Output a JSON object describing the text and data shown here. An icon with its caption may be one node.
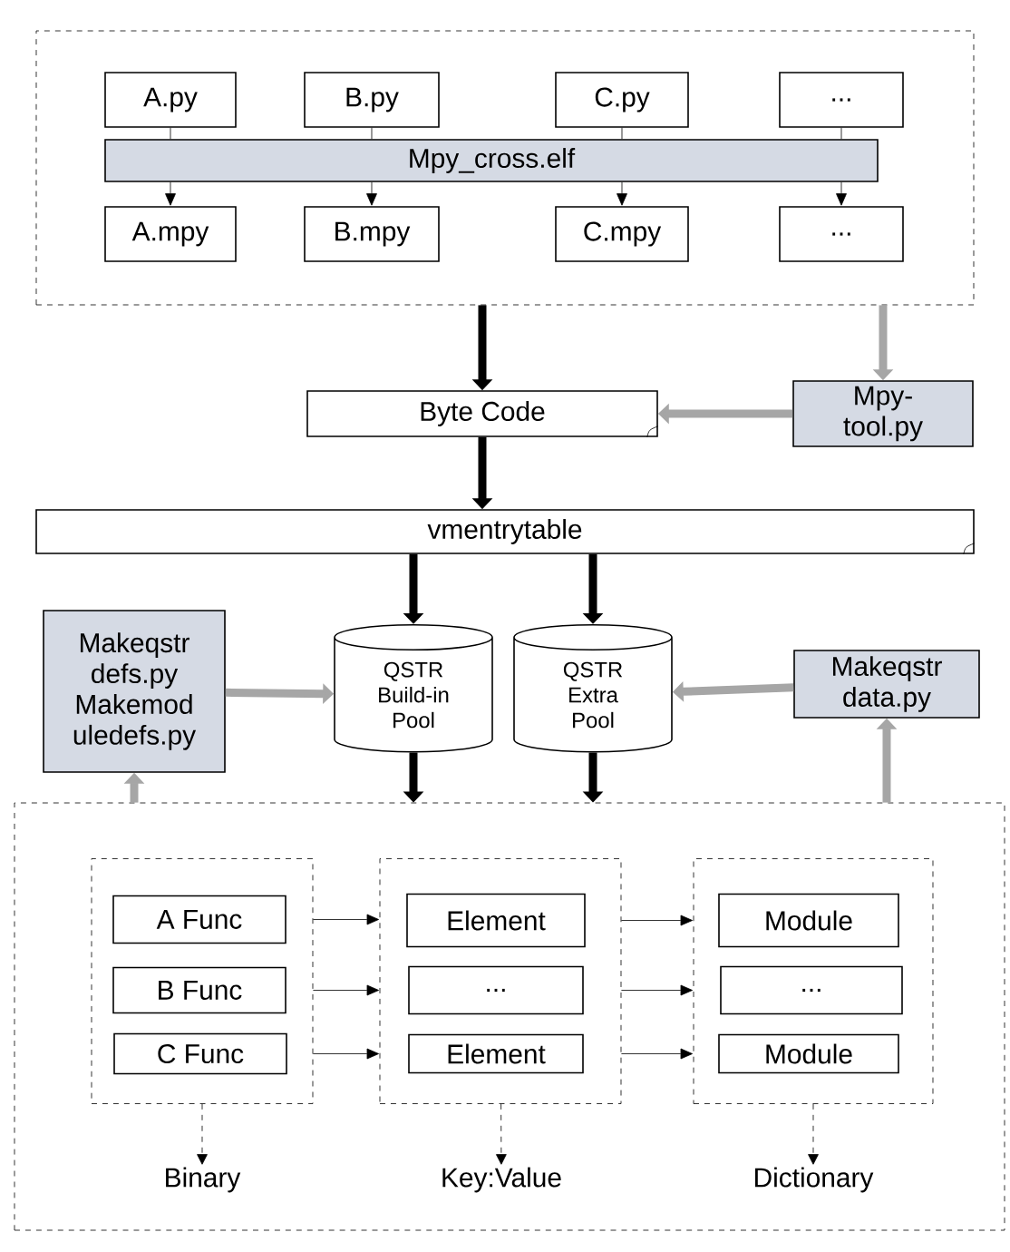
{
  "diagram": {
    "nodes": [
      {
        "text": [],
        "shape": "box"
      },
      {
        "text": [
          "A.py"
        ],
        "in": 0
      },
      {
        "text": [
          "B.py"
        ],
        "in": 0
      },
      {
        "text": [
          "C.py"
        ],
        "in": 0
      },
      {
        "text": [
          "..."
        ],
        "in": 0
      },
      {
        "text": [
          "Mpy_cross.elf"
        ],
        "in": 0
      },
      {
        "text": [
          "A.mpy"
        ],
        "in": 0
      },
      {
        "text": [
          "B.mpy"
        ],
        "in": 0
      },
      {
        "text": [
          "C.mpy"
        ],
        "in": 0
      },
      {
        "text": [
          "..."
        ],
        "in": 0
      },
      {
        "text": [
          "Byte Code"
        ]
      },
      {
        "text": [
          "Mpy-tool.py"
        ]
      },
      {
        "text": [
          "vmentrytable"
        ]
      },
      {
        "text": [
          "Makeqstr defs.py Makemod uledefs.py"
        ]
      },
      {
        "text": [
          "QSTR Build-in Pool"
        ]
      },
      {
        "text": [
          "QSTR Extra Pool"
        ]
      },
      {
        "text": [
          "Makeqstr data.py"
        ]
      },
      {
        "text": [],
        "shape": "box"
      },
      {
        "text": [],
        "shape": "box",
        "in": 17
      },
      {
        "text": [
          "A Func"
        ],
        "in": 18
      },
      {
        "text": [
          "B Func"
        ],
        "in": 18
      },
      {
        "text": [
          "C Func"
        ],
        "in": 18
      },
      {
        "text": [],
        "shape": "box",
        "in": 17
      },
      {
        "text": [
          "Element"
        ],
        "in": 22
      },
      {
        "text": [
          "..."
        ],
        "in": 22
      },
      {
        "text": [
          "Element"
        ],
        "in": 22
      },
      {
        "text": [],
        "shape": "box",
        "in": 17
      },
      {
        "text": [
          "Module"
        ],
        "in": 26
      },
      {
        "text": [
          "..."
        ],
        "in": 26
      },
      {
        "text": [
          "Module"
        ],
        "in": 26
      },
      {
        "text": [
          "Binary"
        ],
        "in": 17
      },
      {
        "text": [
          "Key:Value"
        ],
        "in": 17
      },
      {
        "text": [
          "Dictionary"
        ],
        "in": 17
      }
    ],
    "edges": [
      {
        "from": 1,
        "to": 5,
        "arrow": "none"
      },
      {
        "from": 2,
        "to": 5,
        "arrow": "none"
      },
      {
        "from": 3,
        "to": 5,
        "arrow": "none"
      },
      {
        "from": 4,
        "to": 5,
        "arrow": "none"
      },
      {
        "from": 0,
        "to": 10,
        "arrow": "to",
        "style": "thick"
      },
      {
        "from": 0,
        "to": 11,
        "arrow": "to",
        "style": "thick",
        "color": "#a6a6a6"
      },
      {
        "from": 11,
        "to": 10,
        "arrow": "to",
        "style": "thick",
        "color": "#a6a6a6"
      },
      {
        "from": 10,
        "to": 12,
        "arrow": "to",
        "style": "thick"
      },
      {
        "from": 12,
        "to": 14,
        "arrow": "to",
        "style": "thick"
      },
      {
        "from": 12,
        "to": 15,
        "arrow": "to",
        "style": "thick"
      },
      {
        "from": 13,
        "to": 14,
        "arrow": "to",
        "style": "thick",
        "color": "#a6a6a6"
      },
      {
        "from": 16,
        "to": 15,
        "arrow": "to",
        "style": "thick",
        "color": "#a6a6a6"
      },
      {
        "from": 14,
        "to": 17,
        "arrow": "to",
        "style": "thick"
      },
      {
        "from": 15,
        "to": 17,
        "arrow": "to",
        "style": "thick"
      },
      {
        "from": 17,
        "to": 13,
        "arrow": "to",
        "style": "thick",
        "color": "#a6a6a6"
      },
      {
        "from": 17,
        "to": 16,
        "arrow": "to",
        "style": "thick",
        "color": "#a6a6a6"
      },
      {
        "from": 18,
        "to": 22,
        "arrow": "to"
      },
      {
        "from": 18,
        "to": 22,
        "arrow": "to"
      },
      {
        "from": 18,
        "to": 22,
        "arrow": "to"
      },
      {
        "from": 22,
        "to": 26,
        "arrow": "to"
      },
      {
        "from": 22,
        "to": 26,
        "arrow": "to"
      },
      {
        "from": 22,
        "to": 26,
        "arrow": "to"
      },
      {
        "from": 18,
        "to": 30,
        "arrow": "to",
        "style": "dashed"
      },
      {
        "from": 22,
        "to": 31,
        "arrow": "to",
        "style": "dashed"
      },
      {
        "from": 26,
        "to": 32,
        "arrow": "to",
        "style": "dashed"
      },
      {
        "from": 5,
        "to": 6,
        "arrow": "to"
      },
      {
        "from": 5,
        "to": 7,
        "arrow": "to"
      },
      {
        "from": 5,
        "to": 8,
        "arrow": "to"
      },
      {
        "from": 5,
        "to": 9,
        "arrow": "to"
      }
    ]
  }
}
